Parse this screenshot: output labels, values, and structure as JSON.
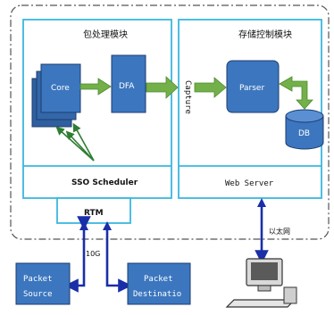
{
  "packet_module": {
    "title": "包处理模块",
    "core_label": "Core",
    "dfa_label": "DFA",
    "scheduler_label": "SSO Scheduler"
  },
  "storage_module": {
    "title": "存储控制模块",
    "parser_label": "Parser",
    "db_label": "DB",
    "web_server_label": "Web Server"
  },
  "capture_label": "Capture",
  "rtm_label": "RTM",
  "link_10g_label": "10G",
  "ethernet_label": "以太网",
  "packet_source_label": [
    "Packet",
    "Source"
  ],
  "packet_destination_label": [
    "Packet",
    "Destinatio"
  ],
  "colors": {
    "box_border": "#3ab7e0",
    "dashed_border": "#555555",
    "blue_fill": "#3c76bf",
    "green_arrow": "#73b04a",
    "dark_green": "#2e7d32",
    "navy_arrow": "#1a2ea8"
  }
}
